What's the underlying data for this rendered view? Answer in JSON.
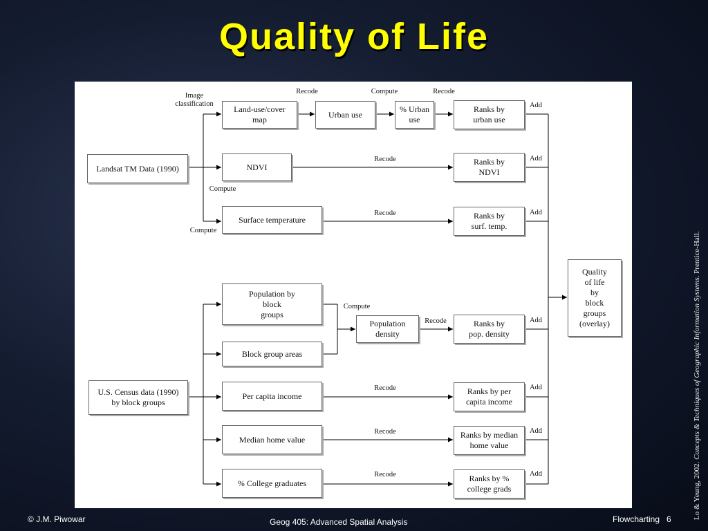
{
  "slide": {
    "title": "Quality of Life",
    "footer": {
      "left": "© J.M. Piwowar",
      "center": "Geog 405:  Advanced Spatial Analysis",
      "right": "Flowcharting   6"
    },
    "citation": {
      "prefix": "Lo & Yeung, 2002. ",
      "book": "Concepts & Techniques of Geographic Information Systems.",
      "suffix": " Prentice-Hall."
    }
  },
  "flowchart": {
    "sources": {
      "landsat": "Landsat TM Data (1990)",
      "census": "U.S. Census data (1990)\nby block groups"
    },
    "processes": {
      "landuse": "Land-use/cover\nmap",
      "urban_use": "Urban use",
      "pct_urban": "% Urban\nuse",
      "ndvi": "NDVI",
      "surface_temp": "Surface temperature",
      "population": "Population by\nblock\ngroups",
      "block_areas": "Block group areas",
      "pop_density": "Population\ndensity",
      "per_capita": "Per capita income",
      "median_home": "Median home value",
      "college": "% College graduates"
    },
    "ranks": {
      "urban": "Ranks by\nurban use",
      "ndvi": "Ranks by\nNDVI",
      "surf": "Ranks by\nsurf. temp.",
      "pop": "Ranks by\npop. density",
      "income": "Ranks by per\ncapita income",
      "home": "Ranks by median\nhome value",
      "college": "Ranks by %\ncollege grads"
    },
    "output": "Quality\nof life\nby\nblock\ngroups\n(overlay)",
    "labels": {
      "image_classification": "Image\nclassification",
      "recode": "Recode",
      "compute": "Compute",
      "add": "Add"
    }
  }
}
